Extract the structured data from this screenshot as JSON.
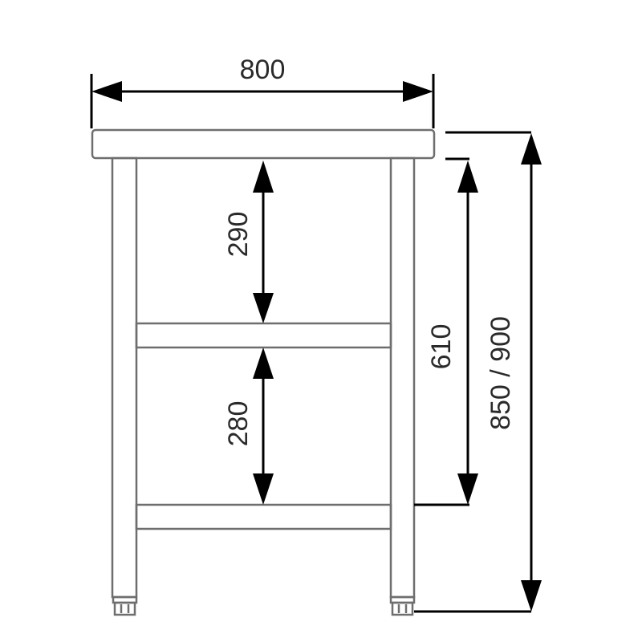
{
  "diagram": {
    "title": "Table with two shelves - dimensions (mm)",
    "dimensions": {
      "width": "800",
      "top_shelf_clearance": "290",
      "bottom_shelf_clearance": "280",
      "shelf_span_height": "610",
      "total_height": "850 / 900"
    },
    "colors": {
      "structure": "#6e6e6e",
      "dimension_lines": "#000000",
      "text": "#2a2a2a"
    }
  }
}
